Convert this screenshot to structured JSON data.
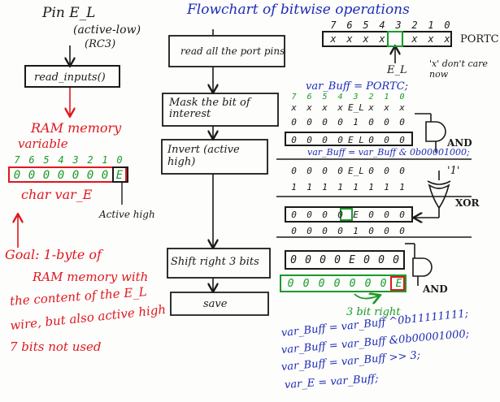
{
  "title": "Flowchart of bitwise operations",
  "left": {
    "pin_label": "Pin E_L",
    "pin_note": "(active-low)",
    "pin_port": "(RC3)",
    "read_box": "read_inputs()",
    "ram_label_1": "RAM memory",
    "ram_label_2": "variable",
    "bit_indices": [
      "7",
      "6",
      "5",
      "4",
      "3",
      "2",
      "1",
      "0"
    ],
    "var_bits": [
      "0",
      "0",
      "0",
      "0",
      "0",
      "0",
      "0",
      "E"
    ],
    "var_decl": "char var_E",
    "active_high": "Active high",
    "goal": [
      "Goal: 1-byte of",
      "RAM memory with",
      "the content of the E_L",
      "wire, but also active high"
    ],
    "unused": "7 bits not used"
  },
  "flow": {
    "steps": [
      "read all the port pins",
      "Mask the bit of interest",
      "Invert (active high)",
      "Shift right 3 bits",
      "save"
    ]
  },
  "right": {
    "port_indices": [
      "7",
      "6",
      "5",
      "4",
      "3",
      "2",
      "1",
      "0"
    ],
    "port_bits": [
      "x",
      "x",
      "x",
      "x",
      "",
      "x",
      "x",
      "x"
    ],
    "port_name": "PORTC",
    "el_label": "E_L",
    "dont_care": "'x' don't care now",
    "assign1": "var_Buff = PORTC;",
    "row1": [
      "x",
      "x",
      "x",
      "x",
      "E_L",
      "x",
      "x",
      "x"
    ],
    "mask_row": [
      "0",
      "0",
      "0",
      "0",
      "1",
      "0",
      "0",
      "0"
    ],
    "and_label": "AND",
    "row2": [
      "0",
      "0",
      "0",
      "0",
      "E_L",
      "0",
      "0",
      "0"
    ],
    "assign2": "var_Buff = var_Buff & 0b00001000;",
    "one_mark": "'1'",
    "row3": [
      "0",
      "0",
      "0",
      "0",
      "E_L",
      "0",
      "0",
      "0"
    ],
    "ones_row": [
      "1",
      "1",
      "1",
      "1",
      "1",
      "1",
      "1",
      "1"
    ],
    "xor_label": "XOR",
    "row4": [
      "0",
      "0",
      "0",
      "0",
      "E",
      "0",
      "0",
      "0"
    ],
    "mask2_row": [
      "0",
      "0",
      "0",
      "0",
      "1",
      "0",
      "0",
      "0"
    ],
    "row5": [
      "0",
      "0",
      "0",
      "0",
      "E",
      "0",
      "0",
      "0"
    ],
    "and2_label": "AND",
    "row6": [
      "0",
      "0",
      "0",
      "0",
      "0",
      "0",
      "0",
      "E"
    ],
    "shift_label": "3 bit right",
    "code": [
      "var_Buff = var_Buff ^0b11111111;",
      "var_Buff = var_Buff &0b00001000;",
      "var_Buff = var_Buff >> 3;",
      "var_E = var_Buff;"
    ]
  },
  "colors": {
    "ink": "#1a1a1a",
    "red": "#e0171f",
    "blue": "#1c2bb8",
    "green": "#1a9a2a",
    "paper": "#fdfdfb"
  }
}
